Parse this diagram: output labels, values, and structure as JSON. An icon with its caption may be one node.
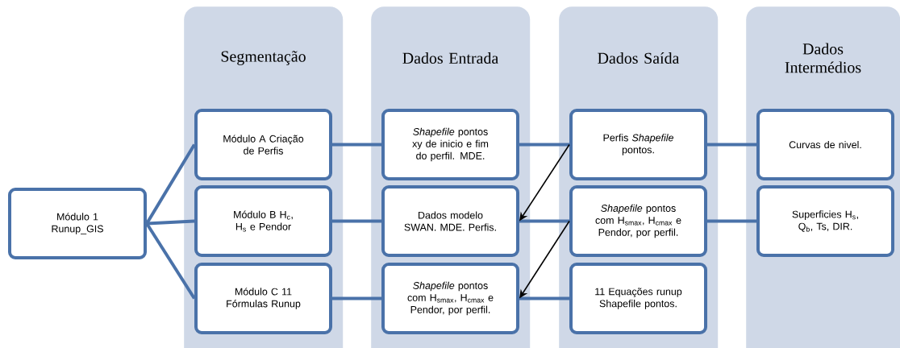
{
  "diagram": {
    "nodes": [
      {
        "text": [
          "Módulo 1 Runup_GIS"
        ]
      },
      {
        "text": [
          "Segmentação"
        ]
      },
      {
        "text": [
          "Módulo A Criação de Perfis"
        ],
        "in": 1
      },
      {
        "text": [
          "Módulo B H$_{c}$, H$_{s}$ e Pendor"
        ],
        "in": 1
      },
      {
        "text": [
          "Módulo C 11 Fórmulas Runup"
        ],
        "in": 1
      },
      {
        "text": [
          "Dados Entrada"
        ]
      },
      {
        "text": [
          "*Shapefile* pontos xy de inicio e fim do perfil. MDE."
        ],
        "in": 5
      },
      {
        "text": [
          "Dados modelo SWAN. MDE. Perfis."
        ],
        "in": 5
      },
      {
        "text": [
          "*Shapefile* pontos com H$_{smax}$, H$_{cmax}$ e Pendor, por perfil."
        ],
        "in": 5
      },
      {
        "text": [
          "Dados Saída"
        ]
      },
      {
        "text": [
          "Perfis *Shapefile* pontos."
        ],
        "in": 9
      },
      {
        "text": [
          "*Shapefile* pontos com H$_{smax}$, H$_{cmax}$ e Pendor, por perfil."
        ],
        "in": 9
      },
      {
        "text": [
          "11 Equações runup Shapefile pontos."
        ],
        "in": 9
      },
      {
        "text": [
          "Dados Intermédios"
        ]
      },
      {
        "text": [
          "Curvas de nivel."
        ],
        "in": 13
      },
      {
        "text": [
          "Superficies H$_{s}$, Q$_{b}$, Ts, DIR."
        ],
        "in": 13
      }
    ],
    "edges": [
      {
        "from": 0,
        "to": 2,
        "arrow": "none"
      },
      {
        "from": 0,
        "to": 3,
        "arrow": "none"
      },
      {
        "from": 0,
        "to": 4,
        "arrow": "none"
      },
      {
        "from": 2,
        "to": 6,
        "arrow": "none"
      },
      {
        "from": 6,
        "to": 10,
        "arrow": "none"
      },
      {
        "from": 10,
        "to": 14,
        "arrow": "none"
      },
      {
        "from": 3,
        "to": 7,
        "arrow": "none"
      },
      {
        "from": 7,
        "to": 11,
        "arrow": "none"
      },
      {
        "from": 11,
        "to": 15,
        "arrow": "none"
      },
      {
        "from": 4,
        "to": 8,
        "arrow": "none"
      },
      {
        "from": 8,
        "to": 12,
        "arrow": "none"
      },
      {
        "from": 10,
        "to": 7,
        "arrow": "to",
        "color": "#000000"
      },
      {
        "from": 11,
        "to": 8,
        "arrow": "to",
        "color": "#000000"
      }
    ]
  }
}
